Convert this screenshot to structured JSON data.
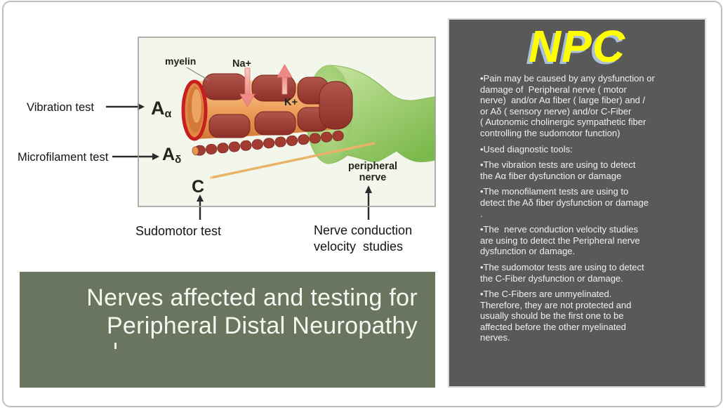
{
  "colors": {
    "panel_bg": "#595959",
    "panel_border": "#d6d6d6",
    "panel_text": "#f0f0ee",
    "npc_yellow": "#ffff00",
    "npc_shadow": "#a9c0dc",
    "title_box_bg": "#6a7560",
    "title_text": "#f6f7f1",
    "diagram_bg": "#f3f6ea",
    "diagram_border": "#9aa09a",
    "arrow_black": "#2b2b2b"
  },
  "title_box": {
    "text": "Nerves affected and testing for\nPeripheral Distal Neuropathy"
  },
  "right_panel": {
    "title": "NPC",
    "bullets": [
      "Pain may be caused by any dysfunction or\ndamage of  Peripheral nerve ( motor\nnerve)  and/or Aα fiber ( large fiber) and /\nor Aδ ( sensory nerve) and/or C-Fiber\n( Autonomic cholinergic sympathetic fiber\ncontrolling the sudomotor function)",
      "Used diagnostic tools:",
      "The vibration tests are using to detect\nthe Aα fiber dysfunction or damage",
      "The monofilament tests are using to\ndetect the Aδ fiber dysfunction or damage\n.",
      "The  nerve conduction velocity studies\nare using to detect the Peripheral nerve\ndysfunction or damage.",
      "The sudomotor tests are using to detect\nthe C-Fiber dysfunction or damage.",
      "The C-Fibers are unmyelinated.\nTherefore, they are not protected and\nusually should be the first one to be\naffected before the other myelinated\nnerves."
    ]
  },
  "diagram": {
    "labels": {
      "myelin": "myelin",
      "na": "Na+",
      "k": "K+",
      "a_alpha": {
        "main": "A",
        "sub": "α"
      },
      "a_delta": {
        "main": "A",
        "sub": "δ"
      },
      "c": "C",
      "peripheral_line1": "peripheral",
      "peripheral_line2": "nerve"
    },
    "tests": {
      "vibration": "Vibration test",
      "microfilament": "Microfilament test",
      "sudomotor": "Sudomotor test",
      "ncv_line1": "Nerve conduction",
      "ncv_line2": "velocity  studies"
    }
  }
}
